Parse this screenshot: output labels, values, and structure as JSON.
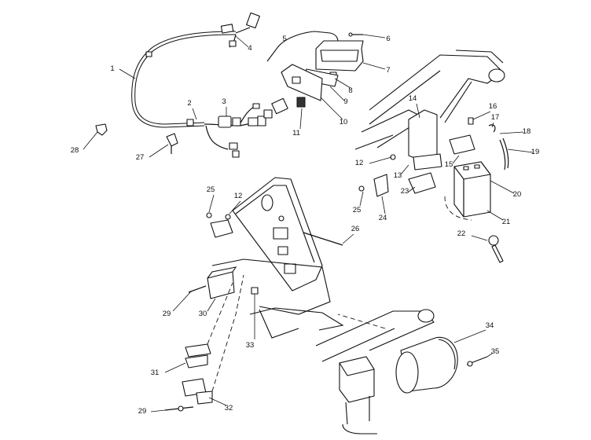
{
  "callouts": [
    {
      "label": "1"
    },
    {
      "label": "2"
    },
    {
      "label": "3"
    },
    {
      "label": "4"
    },
    {
      "label": "5"
    },
    {
      "label": "6"
    },
    {
      "label": "7"
    },
    {
      "label": "8"
    },
    {
      "label": "9"
    },
    {
      "label": "10"
    },
    {
      "label": "11"
    },
    {
      "label": "12"
    },
    {
      "label": "13"
    },
    {
      "label": "14"
    },
    {
      "label": "15"
    },
    {
      "label": "16"
    },
    {
      "label": "17"
    },
    {
      "label": "18"
    },
    {
      "label": "19"
    },
    {
      "label": "20"
    },
    {
      "label": "21"
    },
    {
      "label": "22"
    },
    {
      "label": "23"
    },
    {
      "label": "24"
    },
    {
      "label": "25"
    },
    {
      "label": "12"
    },
    {
      "label": "25"
    },
    {
      "label": "26"
    },
    {
      "label": "27"
    },
    {
      "label": "28"
    },
    {
      "label": "29"
    },
    {
      "label": "30"
    },
    {
      "label": "31"
    },
    {
      "label": "32"
    },
    {
      "label": "29"
    },
    {
      "label": "33"
    },
    {
      "label": "34"
    },
    {
      "label": "35"
    }
  ]
}
